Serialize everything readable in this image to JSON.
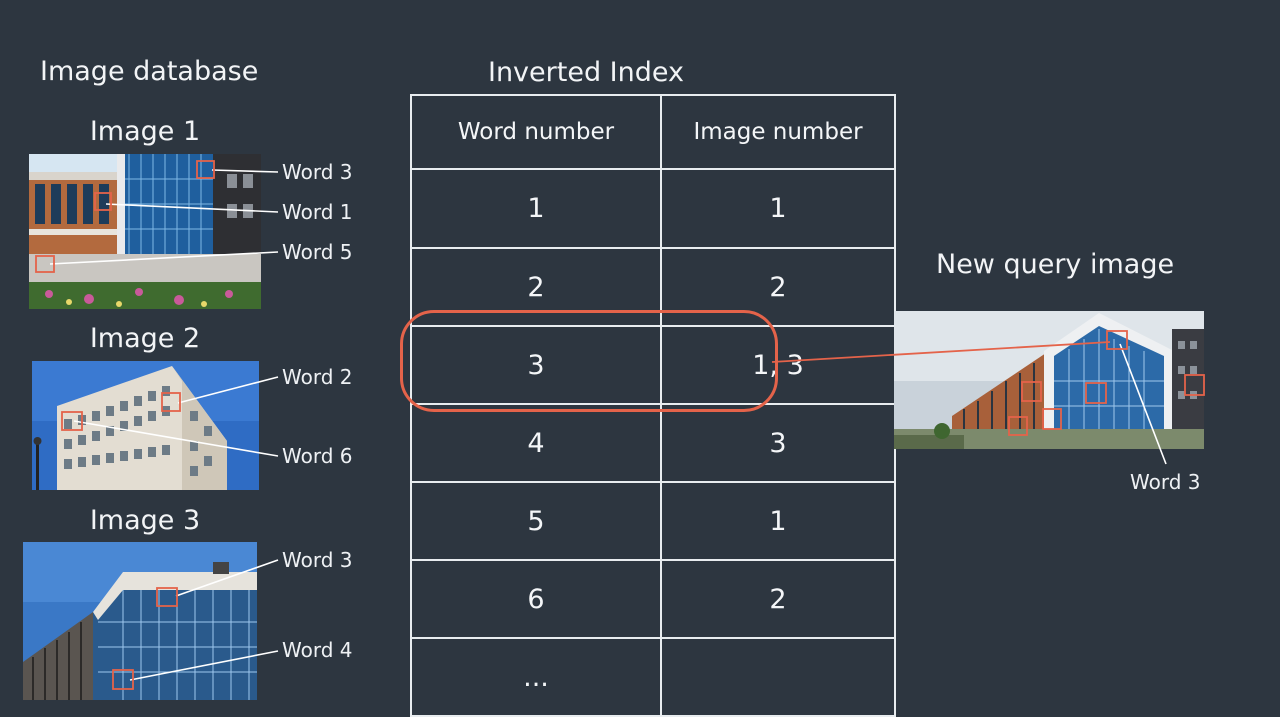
{
  "database": {
    "title": "Image database",
    "images": [
      {
        "title": "Image 1",
        "words": [
          "Word 3",
          "Word 1",
          "Word 5"
        ]
      },
      {
        "title": "Image 2",
        "words": [
          "Word 2",
          "Word 6"
        ]
      },
      {
        "title": "Image 3",
        "words": [
          "Word 3",
          "Word 4"
        ]
      }
    ]
  },
  "index": {
    "title": "Inverted Index",
    "headers": [
      "Word number",
      "Image number"
    ],
    "rows": [
      [
        "1",
        "1"
      ],
      [
        "2",
        "2"
      ],
      [
        "3",
        "1, 3"
      ],
      [
        "4",
        "3"
      ],
      [
        "5",
        "1"
      ],
      [
        "6",
        "2"
      ],
      [
        "...",
        ""
      ]
    ],
    "highlighted_row": 2
  },
  "query": {
    "title": "New query image",
    "word": "Word 3"
  },
  "colors": {
    "background": "#2d3640",
    "highlight": "#e4634a",
    "lines": "#ffffff"
  }
}
